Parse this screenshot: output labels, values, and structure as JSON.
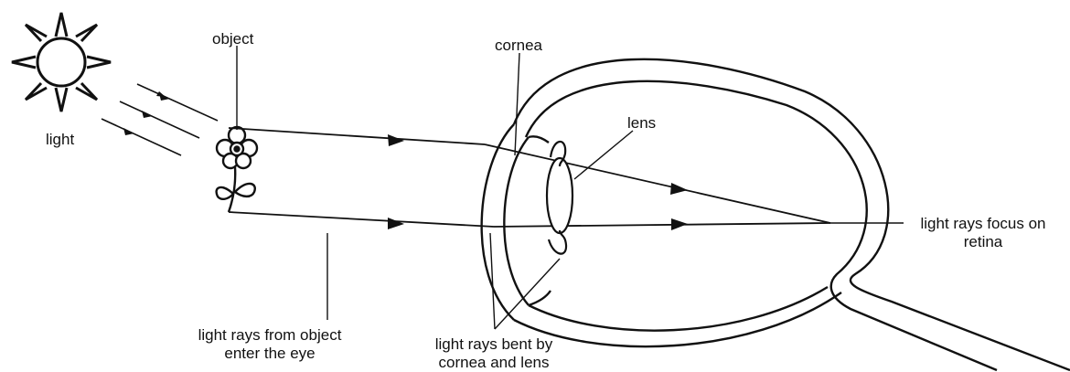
{
  "labels": {
    "light": "light",
    "object": "object",
    "cornea": "cornea",
    "lens": "lens",
    "retina_line1": "light rays focus on",
    "retina_line2": "retina",
    "enter_line1": "light rays from object",
    "enter_line2": "enter the eye",
    "bent_line1": "light rays bent by",
    "bent_line2": "cornea and lens"
  },
  "colors": {
    "stroke": "#111111",
    "background": "#ffffff"
  },
  "icons": {
    "light_source": "sun-icon",
    "object": "flower-icon"
  }
}
